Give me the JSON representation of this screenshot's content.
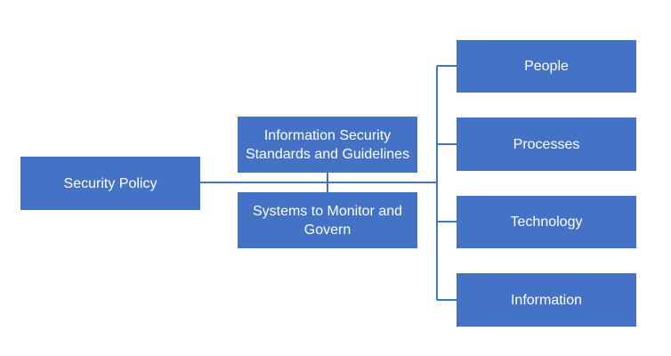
{
  "diagram": {
    "root": {
      "label": "Security Policy"
    },
    "middle": [
      {
        "label": "Information Security Standards and Guidelines"
      },
      {
        "label": "Systems to Monitor and Govern"
      }
    ],
    "branches": [
      {
        "label": "People"
      },
      {
        "label": "Processes"
      },
      {
        "label": "Technology"
      },
      {
        "label": "Information"
      }
    ],
    "colors": {
      "box_fill": "#4472c4",
      "line": "#4472c4",
      "text": "#ffffff"
    }
  }
}
